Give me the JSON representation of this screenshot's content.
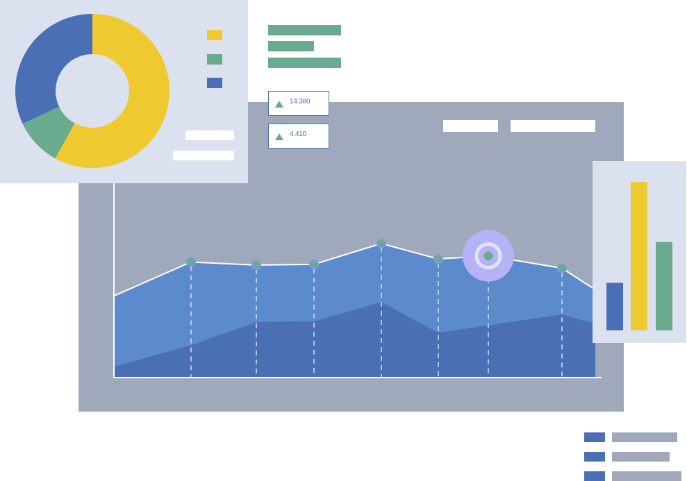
{
  "chart_data": [
    {
      "type": "area",
      "x": [
        0,
        1,
        2,
        3,
        4,
        5,
        6,
        7,
        8
      ],
      "series": [
        {
          "values": [
            53,
            75,
            73,
            73.5,
            87,
            77,
            79,
            71,
            57
          ],
          "color": "#5b8acd"
        },
        {
          "values": [
            7,
            21,
            36,
            36.5,
            49,
            29,
            34,
            41,
            35
          ],
          "color": "#4a6fb5"
        }
      ],
      "markers": [
        1,
        2,
        3,
        4,
        5,
        6,
        7
      ],
      "highlight_index": 6,
      "ylim": [
        0,
        100
      ],
      "grid": "dashed-verticals"
    },
    {
      "type": "pie",
      "donut": true,
      "values": [
        58,
        10,
        32
      ],
      "colors": [
        "#eec930",
        "#6aaa8e",
        "#4a6fb5"
      ]
    },
    {
      "type": "bar",
      "values": [
        32,
        100,
        59.5
      ],
      "colors": [
        "#4a6fb5",
        "#eec930",
        "#6aaa8e"
      ],
      "ylim": [
        0,
        100
      ]
    }
  ],
  "stats": [
    {
      "value": "14.380"
    },
    {
      "value": "4.410"
    }
  ],
  "colors": {
    "panel": "#a0a9bb",
    "card": "#dbe1ee",
    "blue": "#4a6fb5",
    "light_blue": "#5b8acd",
    "green": "#6aaa8e",
    "yellow": "#eec930",
    "highlight": "#b5b2f6"
  }
}
